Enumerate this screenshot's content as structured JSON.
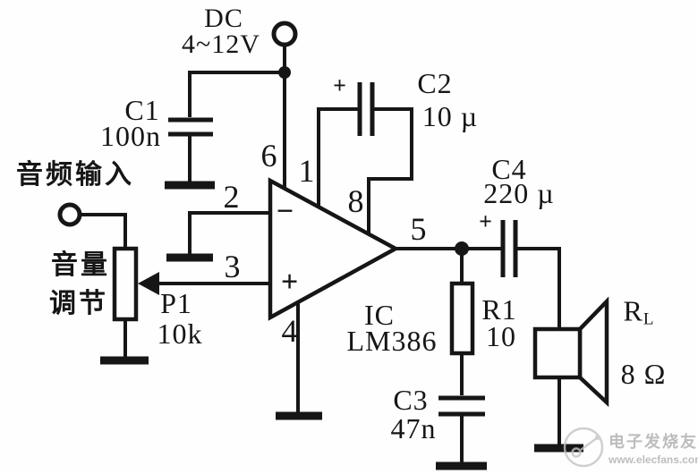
{
  "figure": "LM386 audio power amplifier circuit schematic",
  "colors": {
    "ink": "#161616",
    "paper": "#fefefe",
    "watermark_gray": "#bdbdbd"
  },
  "power_supply": {
    "line1": "DC",
    "line2": "4~12V"
  },
  "audio_input_label": "音频输入",
  "volume_label": {
    "line1": "音量",
    "line2": "调节"
  },
  "ic": {
    "designator": "IC",
    "part_number": "LM386",
    "inverting_symbol": "−",
    "non_inverting_symbol": "+",
    "pins": {
      "pin1": "1",
      "pin2": "2",
      "pin3": "3",
      "pin4": "4",
      "pin5": "5",
      "pin6": "6",
      "pin8": "8"
    }
  },
  "components": {
    "c1": {
      "designator": "C1",
      "value": "100n"
    },
    "c2": {
      "designator": "C2",
      "value": "10 µ",
      "polarity": "+"
    },
    "c3": {
      "designator": "C3",
      "value": "47n"
    },
    "c4": {
      "designator": "C4",
      "value": "220 µ",
      "polarity": "+"
    },
    "p1": {
      "designator": "P1",
      "value": "10k"
    },
    "r1": {
      "designator": "R1",
      "value": "10"
    },
    "speaker": {
      "designator": "R",
      "designator_subscript": "L",
      "value": "8 Ω"
    }
  },
  "watermark": {
    "site_name": "电子发烧友",
    "site_url": "www.elecfans.com"
  }
}
